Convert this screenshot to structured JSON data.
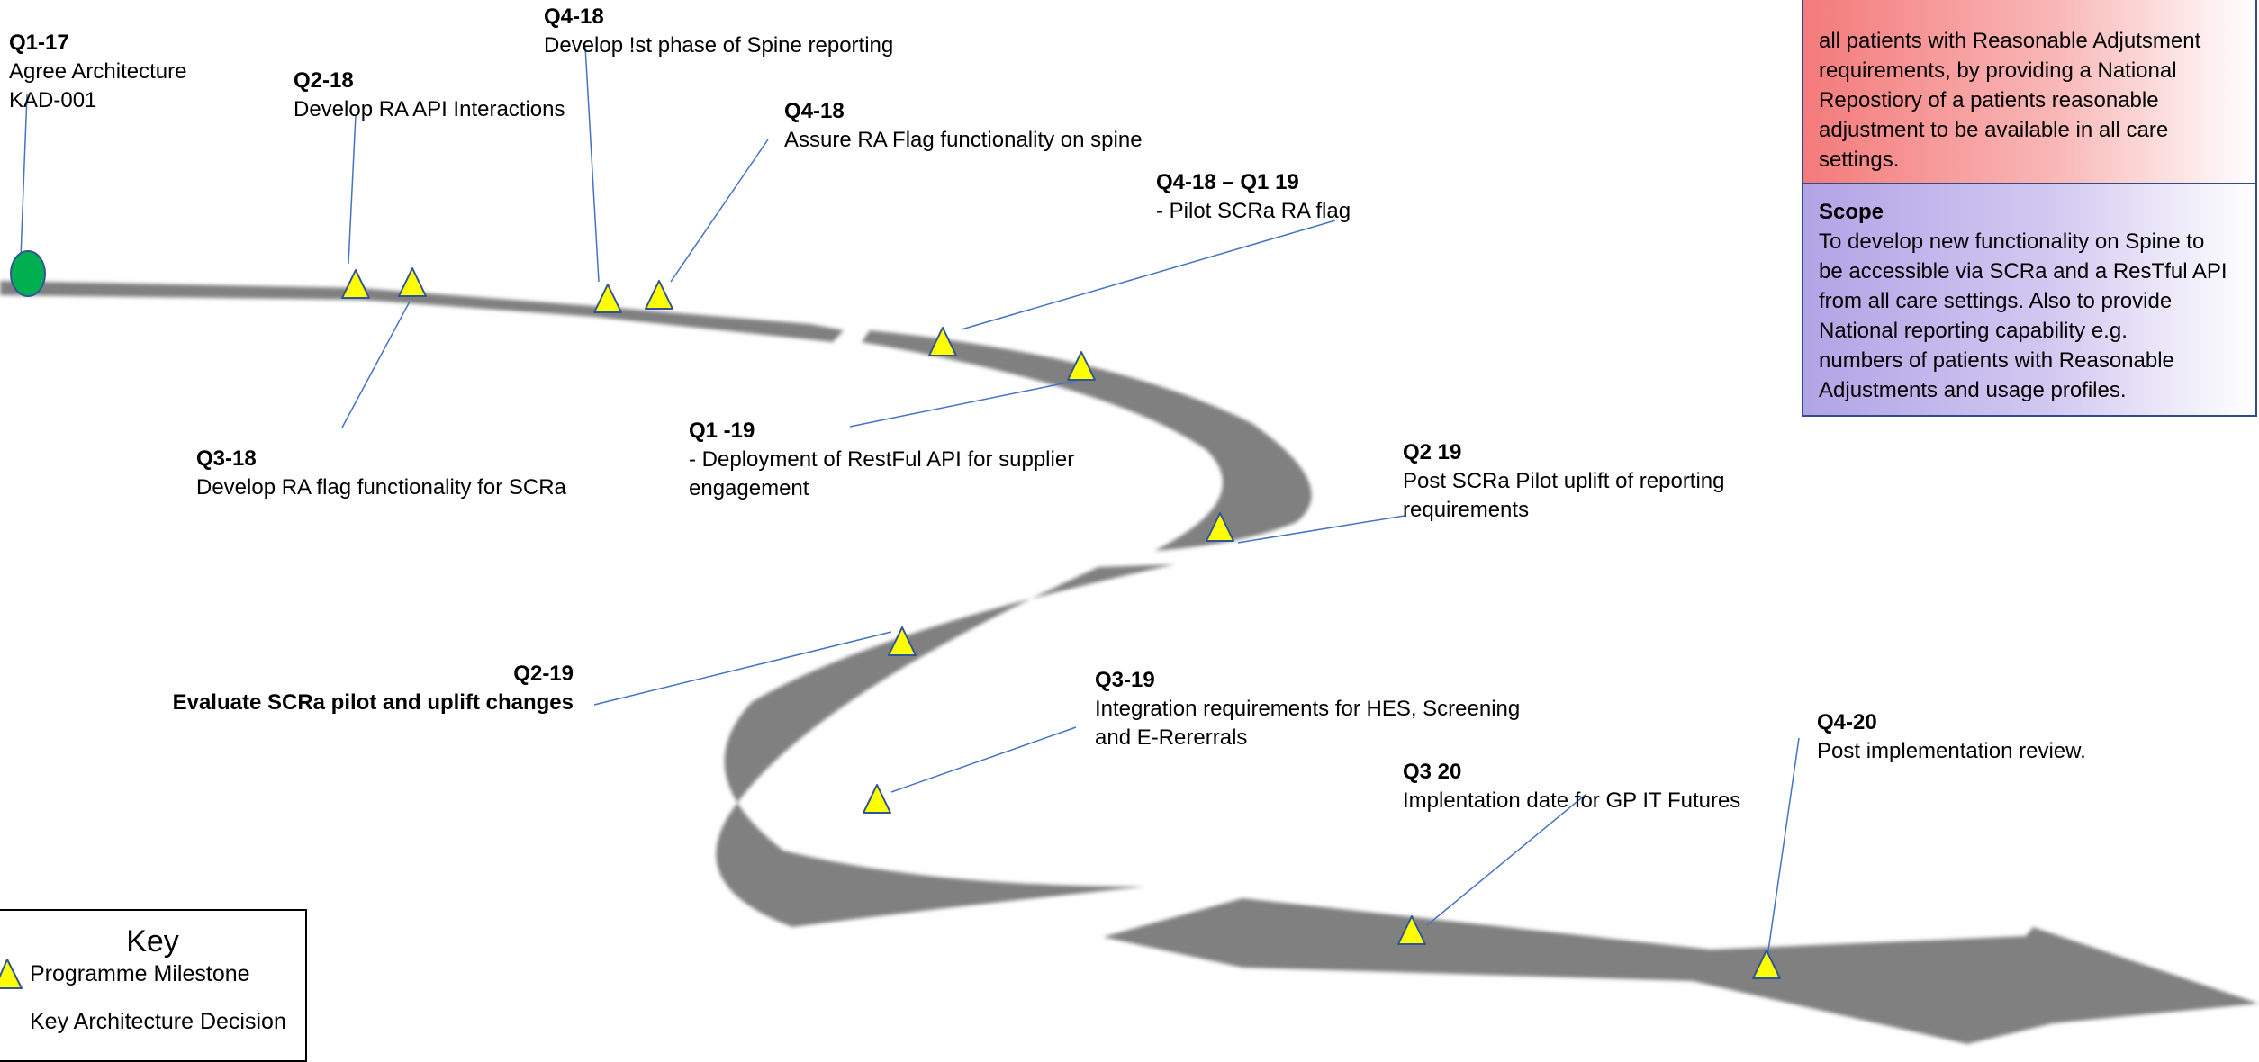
{
  "milestones": [
    {
      "id": "q1-17",
      "quarter": "Q1-17",
      "lines": [
        "Agree Architecture",
        "KAD-001"
      ]
    },
    {
      "id": "q2-18",
      "quarter": "Q2-18",
      "lines": [
        "Develop RA API Interactions"
      ]
    },
    {
      "id": "q4-18-spine",
      "quarter": "Q4-18",
      "lines": [
        "Develop !st phase of Spine reporting"
      ]
    },
    {
      "id": "q4-18-assure",
      "quarter": "Q4-18",
      "lines": [
        "Assure RA Flag functionality on spine"
      ]
    },
    {
      "id": "q4-18-q1-19",
      "quarter": "Q4-18 – Q1 19",
      "lines": [
        "- Pilot SCRa RA flag"
      ]
    },
    {
      "id": "q3-18",
      "quarter": "Q3-18",
      "lines": [
        "Develop RA flag functionality for SCRa"
      ]
    },
    {
      "id": "q1-19",
      "quarter": "Q1 -19",
      "lines": [
        "- Deployment of RestFul API for supplier",
        "engagement"
      ]
    },
    {
      "id": "q2-19-post",
      "quarter": "Q2 19",
      "lines": [
        "Post SCRa Pilot uplift of reporting",
        "requirements"
      ]
    },
    {
      "id": "q2-19-eval",
      "quarter": "Q2-19",
      "lines": [
        "Evaluate SCRa pilot and uplift  changes"
      ]
    },
    {
      "id": "q3-19",
      "quarter": "Q3-19",
      "lines": [
        "Integration requirements for HES, Screening",
        "and E-Rererrals"
      ]
    },
    {
      "id": "q3-20",
      "quarter": "Q3 20",
      "lines": [
        "Implentation date for GP IT Futures"
      ]
    },
    {
      "id": "q4-20",
      "quarter": "Q4-20",
      "lines": [
        "Post implementation review."
      ]
    }
  ],
  "purpose": {
    "lines": [
      "all patients with Reasonable Adjutsment",
      "requirements, by providing a National",
      "Repostiory of a patients reasonable",
      "adjustment to be available in all care",
      "settings."
    ]
  },
  "scope": {
    "heading": "Scope",
    "lines": [
      "To develop new functionality on Spine to",
      "be accessible via SCRa and a ResTful API",
      "from all care settings. Also to provide",
      "National reporting capability e.g.",
      "numbers of patients with Reasonable",
      "Adjustments and usage profiles."
    ]
  },
  "key": {
    "title": "Key",
    "milestone_label": "Programme Milestone",
    "architecture_label": "Key Architecture Decision"
  },
  "colors": {
    "road": "#808080",
    "milestone_fill": "#ffff00",
    "milestone_stroke": "#2f5597",
    "decision_fill": "#00b050",
    "leader_line": "#4472c4",
    "box_border": "#2f4e88"
  }
}
